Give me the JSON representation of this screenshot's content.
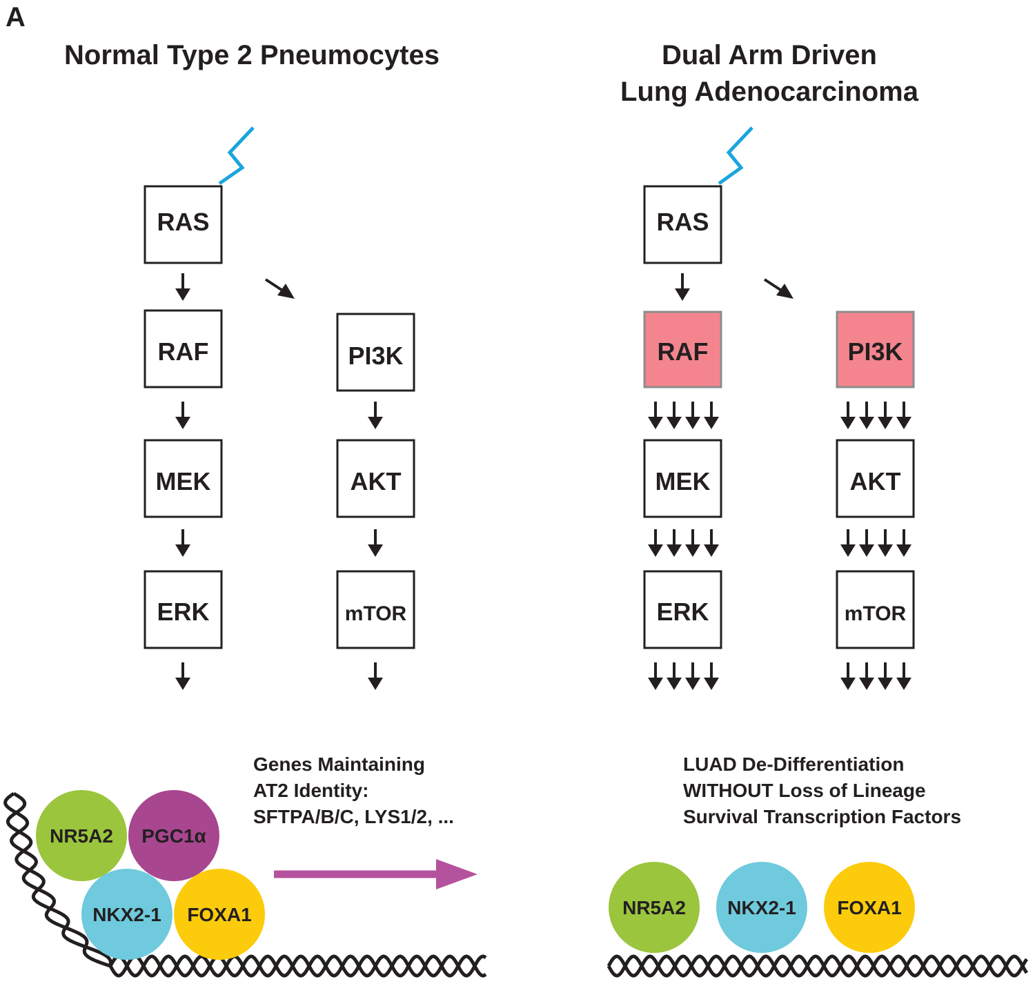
{
  "panel_label": "A",
  "colors": {
    "ink": "#231f20",
    "signal": "#1aa5dc",
    "activated": "#f4858e",
    "nr5a2": "#9bc53d",
    "pgc1a": "#a8468f",
    "nkx21": "#6ecadc",
    "foxa1": "#fccb0b",
    "expression_arrow": "#b5529d"
  },
  "left": {
    "title": "Normal Type 2 Pneumocytes",
    "mapk": {
      "ras": "RAS",
      "raf": "RAF",
      "mek": "MEK",
      "erk": "ERK"
    },
    "pi3k": {
      "pi3k": "PI3K",
      "akt": "AKT",
      "mtor": "mTOR"
    },
    "note": {
      "line1": "Genes Maintaining",
      "line2": "AT2 Identity:",
      "line3": "SFTPA/B/C, LYS1/2, ..."
    },
    "tfs": {
      "nr5a2": "NR5A2",
      "pgc1a": "PGC1α",
      "nkx21": "NKX2-1",
      "foxa1": "FOXA1"
    }
  },
  "right": {
    "title_line1": "Dual Arm Driven",
    "title_line2": "Lung Adenocarcinoma",
    "mapk": {
      "ras": "RAS",
      "raf": "RAF",
      "mek": "MEK",
      "erk": "ERK"
    },
    "pi3k": {
      "pi3k": "PI3K",
      "akt": "AKT",
      "mtor": "mTOR"
    },
    "note": {
      "line1": "LUAD De-Differentiation",
      "line2": "WITHOUT Loss of Lineage",
      "line3": "Survival Transcription Factors"
    },
    "tfs": {
      "nr5a2": "NR5A2",
      "nkx21": "NKX2-1",
      "foxa1": "FOXA1"
    }
  }
}
